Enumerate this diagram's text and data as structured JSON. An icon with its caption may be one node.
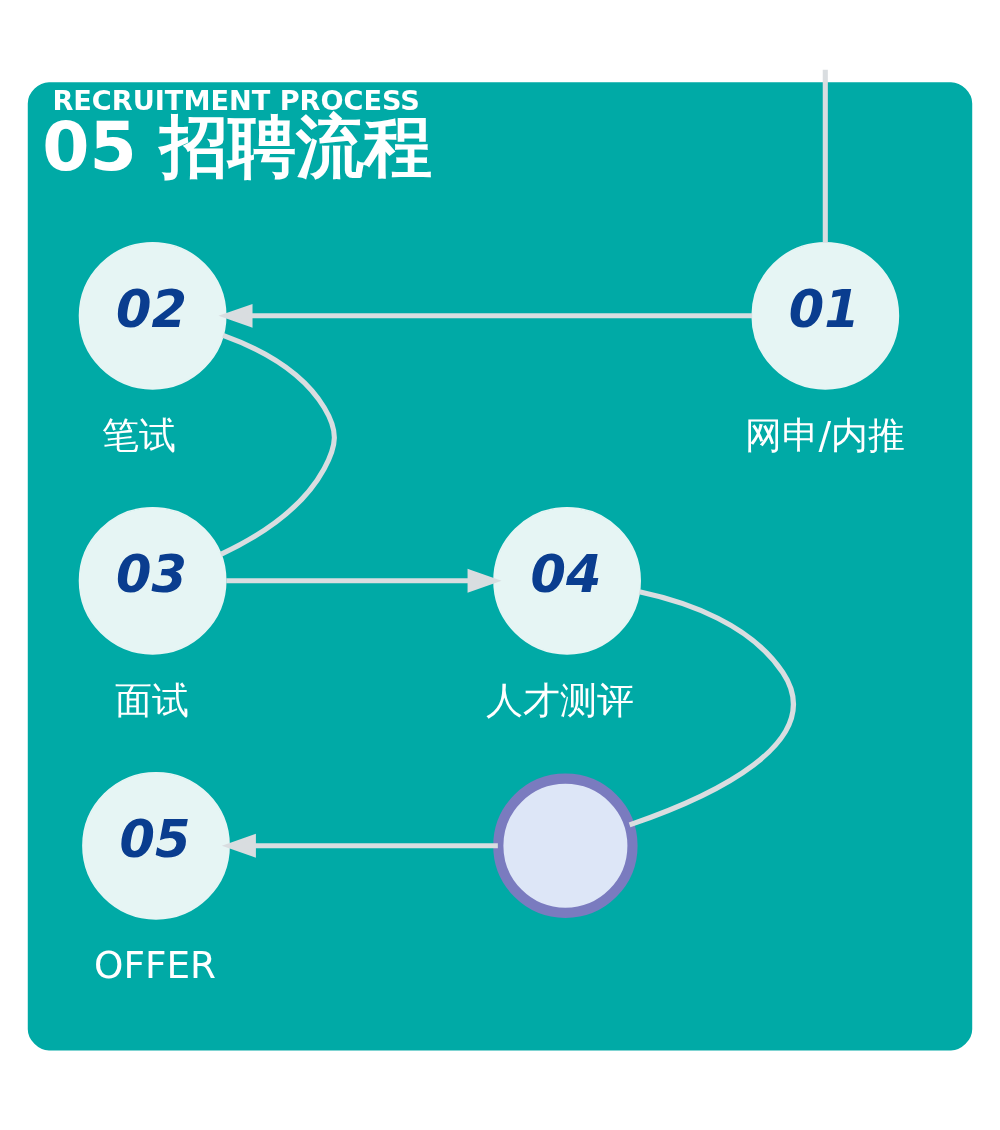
{
  "diagram": {
    "nodes": [
      {
        "text": [
          "RECRUITMENT PROCESS",
          "05 招聘流程"
        ]
      },
      {
        "text": [
          "01"
        ],
        "beside": [
          "网申/内推"
        ],
        "in": 0
      },
      {
        "text": [
          "02"
        ],
        "beside": [
          "笔试"
        ],
        "in": 0
      },
      {
        "text": [
          "03"
        ],
        "beside": [
          "面试"
        ],
        "in": 0
      },
      {
        "text": [
          "04"
        ],
        "beside": [
          "人才测评"
        ],
        "in": 0
      },
      {
        "text": [],
        "shape": "circle",
        "in": 0
      },
      {
        "text": [
          "05"
        ],
        "beside": [
          "OFFER"
        ],
        "in": 0
      }
    ],
    "edges": [
      {
        "from": null,
        "to": 1,
        "arrow": "none"
      },
      {
        "from": 1,
        "to": 2,
        "arrow": "to"
      },
      {
        "from": 2,
        "to": 3,
        "arrow": "none"
      },
      {
        "from": 3,
        "to": 4,
        "arrow": "to"
      },
      {
        "from": 4,
        "to": 5,
        "arrow": "none"
      },
      {
        "from": 5,
        "to": 6,
        "arrow": "to"
      }
    ]
  }
}
